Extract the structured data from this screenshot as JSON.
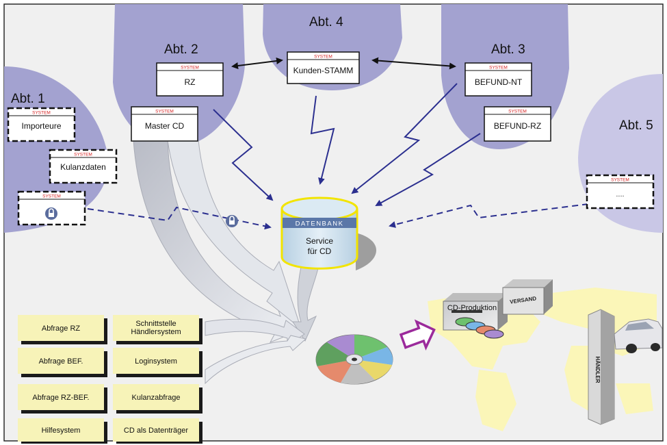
{
  "departments": {
    "abt1": "Abt. 1",
    "abt2": "Abt. 2",
    "abt3": "Abt. 3",
    "abt4": "Abt. 4",
    "abt5": "Abt. 5"
  },
  "system_label": "SYSTEM",
  "systems": {
    "importeure": "Importeure",
    "kulanzdaten": "Kulanzdaten",
    "rz": "RZ",
    "master_cd": "Master CD",
    "kunden_stamm": "Kunden-STAMM",
    "befund_nt": "BEFUND-NT",
    "befund_rz": "BEFUND-RZ",
    "abt5_placeholder": "...."
  },
  "database": {
    "band_label": "DATENBANK",
    "line1": "Service",
    "line2": "für CD"
  },
  "modules": {
    "abfrage_rz": "Abfrage RZ",
    "abfrage_bef": "Abfrage BEF.",
    "abfrage_rz_bef": "Abfrage RZ-BEF.",
    "hilfesystem": "Hilfesystem",
    "schnittstelle_1": "Schnittstelle",
    "schnittstelle_2": "Händlersystem",
    "loginsystem": "Loginsystem",
    "kulanzabfrage": "Kulanzabfrage",
    "cd_datentraeger": "CD als Datenträger"
  },
  "production": {
    "cd_produktion": "CD-Produktion",
    "versand": "VERSAND",
    "haendler": "HÄNDLER"
  },
  "colors": {
    "department_fill": "#a3a2d0",
    "department_fill_light": "#c9c7e6",
    "arrow_blue": "#2b2f8f",
    "database_fill": "#cfe1ee",
    "database_outline": "#f2e400",
    "module_fill": "#f7f3b8",
    "map_fill": "#fbf6b8",
    "system_label_red": "#d42020"
  }
}
